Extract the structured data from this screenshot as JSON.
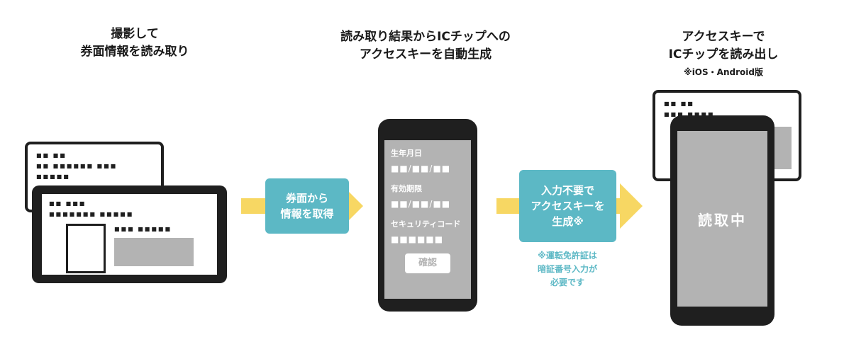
{
  "headings": {
    "step1": [
      "撮影して",
      "券面情報を読み取り"
    ],
    "step2": [
      "読み取り結果からICチップへの",
      "アクセスキーを自動生成"
    ],
    "step3": [
      "アクセスキーで",
      "ICチップを読み出し"
    ],
    "step3_note": "※iOS・Android版"
  },
  "flow": {
    "arrow1_label": [
      "券面から",
      "情報を取得"
    ],
    "arrow2_label": [
      "入力不要で",
      "アクセスキーを",
      "生成※"
    ],
    "arrow2_note": [
      "※運転免許証は",
      "暗証番号入力が",
      "必要です"
    ]
  },
  "phone_form": {
    "fields": [
      {
        "label": "生年月日",
        "value": "■■/■■/■■"
      },
      {
        "label": "有効期限",
        "value": "■■/■■/■■"
      },
      {
        "label": "セキュリティコード",
        "value": "■■■■■■"
      }
    ],
    "confirm_button": "確認"
  },
  "reading_phone": {
    "status": "読取中"
  },
  "decor": {
    "back_card_rows": [
      "■■ ■■",
      "■■ ■■■■■■ ■■■",
      "■■■■■"
    ],
    "front_card_top_rows": [
      "■■ ■■■",
      "■■■■■■■ ■■■■■"
    ],
    "front_card_right_row": "■■■ ■■■■■",
    "right_card_rows": [
      "■■ ■■",
      "■■■ ■■■■"
    ]
  },
  "colors": {
    "arrow_yellow": "#f7d763",
    "accent_teal": "#5cb8c5",
    "dark": "#1f1f1f",
    "screen_gray": "#b3b3b3"
  }
}
